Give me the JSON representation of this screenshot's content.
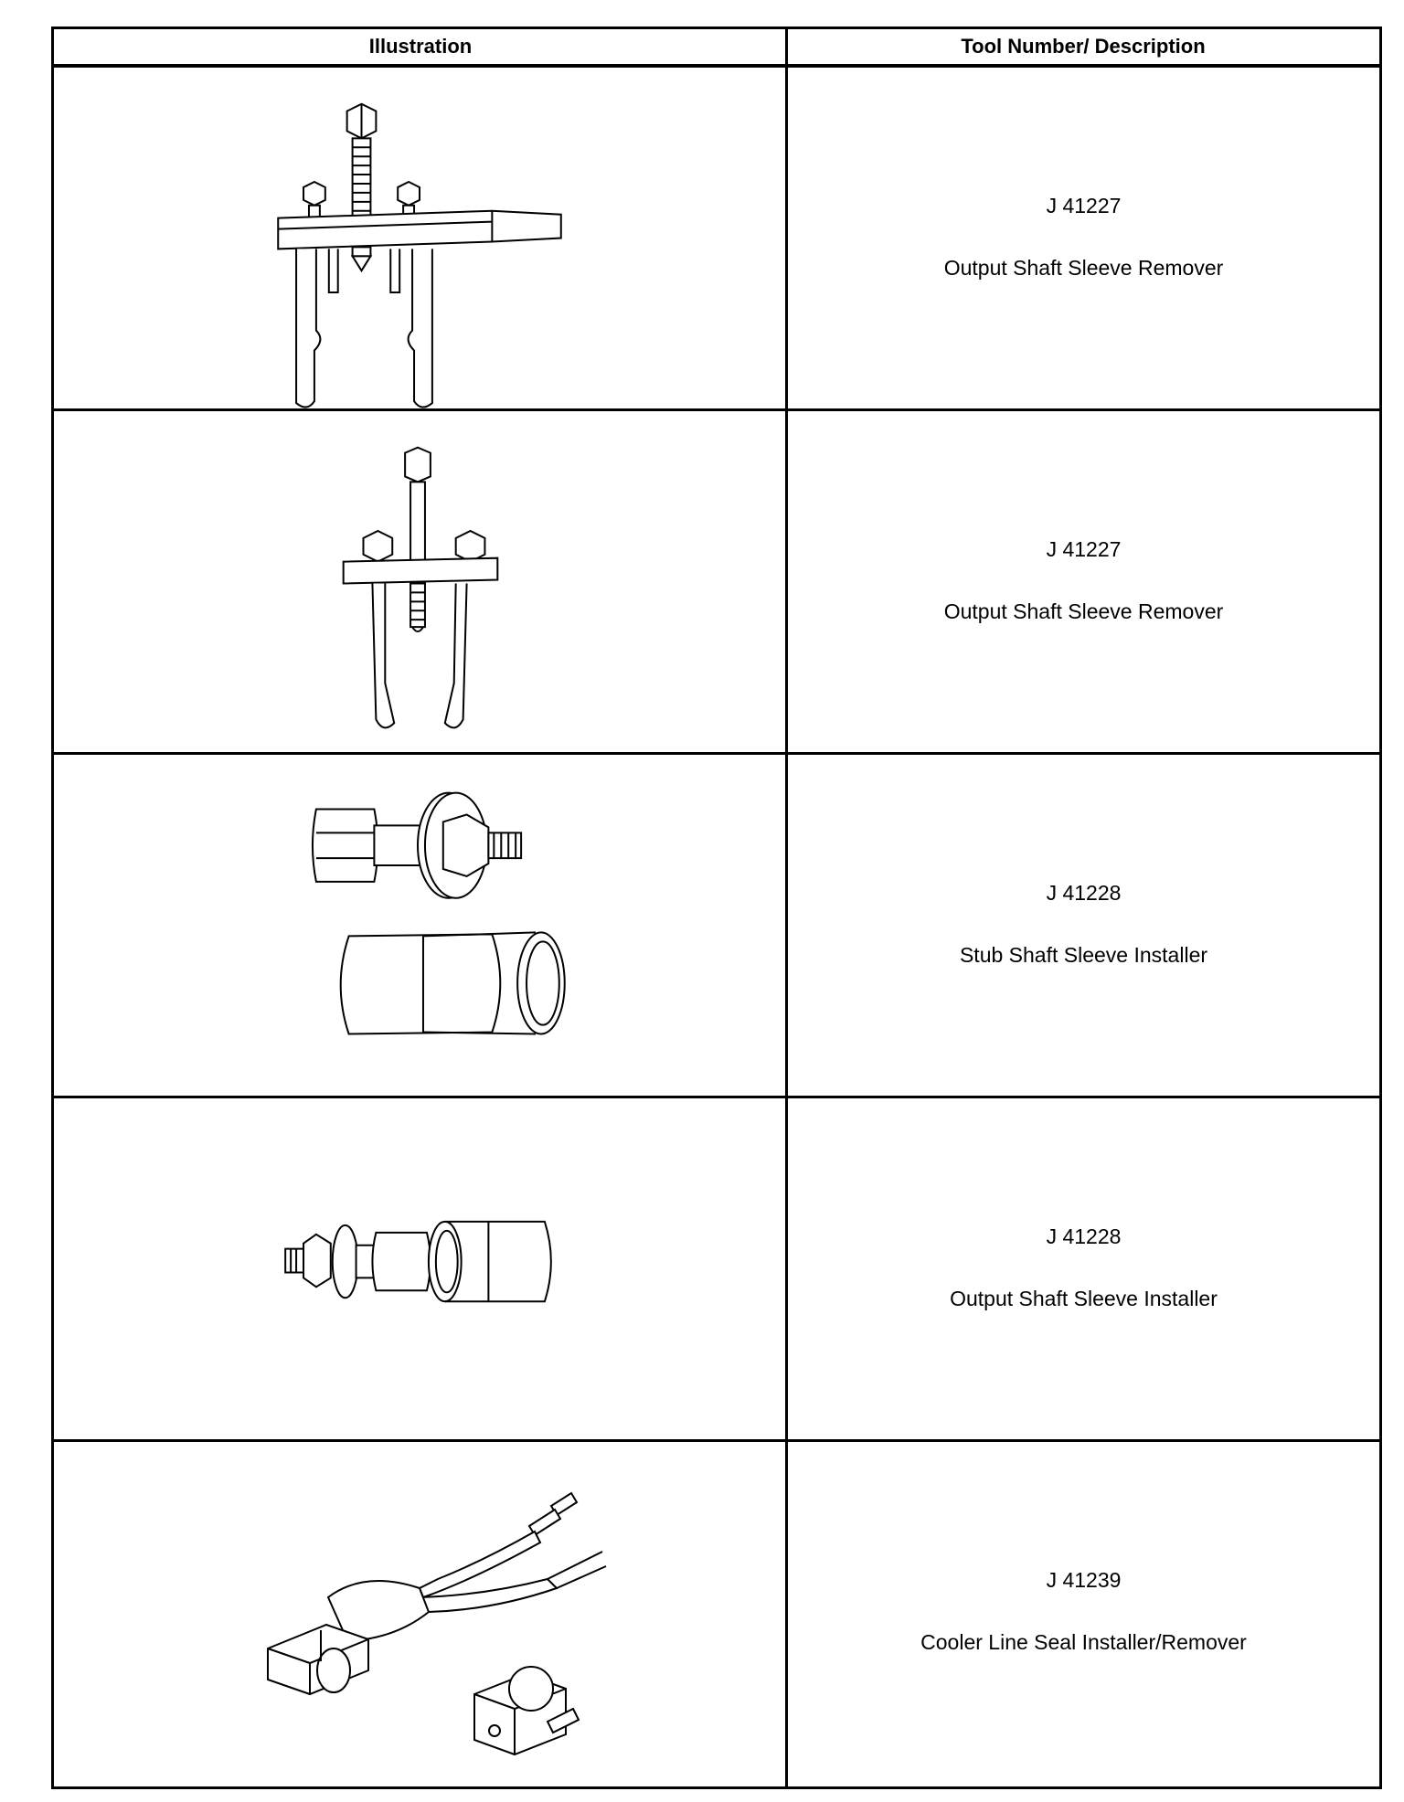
{
  "table": {
    "headers": {
      "illustration": "Illustration",
      "tool": "Tool Number/ Description"
    },
    "rows": [
      {
        "tool_number": "J 41227",
        "description": "Output Shaft Sleeve Remover",
        "illustration_icon": "three-jaw-puller-icon"
      },
      {
        "tool_number": "J 41227",
        "description": "Output Shaft Sleeve Remover",
        "illustration_icon": "two-jaw-puller-icon"
      },
      {
        "tool_number": "J 41228",
        "description": "Stub Shaft Sleeve Installer",
        "illustration_icon": "sleeve-installer-icon"
      },
      {
        "tool_number": "J 41228",
        "description": "Output Shaft Sleeve Installer",
        "illustration_icon": "sleeve-installer-small-icon"
      },
      {
        "tool_number": "J 41239",
        "description": "Cooler Line Seal Installer/Remover",
        "illustration_icon": "locking-pliers-icon"
      }
    ]
  }
}
